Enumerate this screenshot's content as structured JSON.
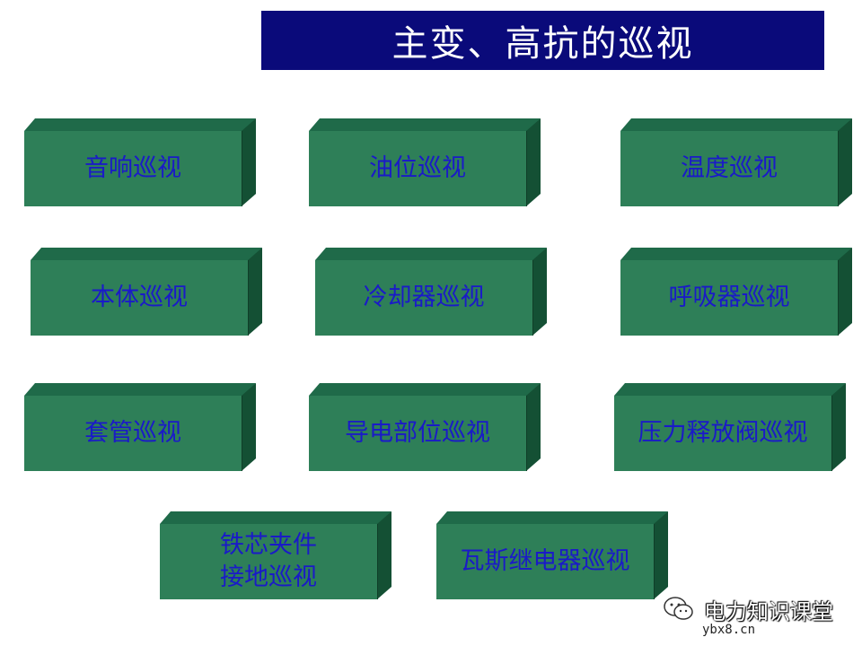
{
  "title": "主变、高抗的巡视",
  "boxes": [
    "音响巡视",
    "油位巡视",
    "温度巡视",
    "本体巡视",
    "冷却器巡视",
    "呼吸器巡视",
    "套管巡视",
    "导电部位巡视",
    "压力释放阀巡视",
    "铁芯夹件\n接地巡视",
    "瓦斯继电器巡视"
  ],
  "watermark": {
    "text": "电力知识课堂",
    "url": "ybx8.cn",
    "icon": "wechat-icon"
  },
  "colors": {
    "title_bg": "#0a0a7a",
    "title_text": "#ffffff",
    "box_front": "#2e7f58",
    "box_top": "#1f6a49",
    "box_side": "#145034",
    "box_text": "#1a1ac8"
  }
}
